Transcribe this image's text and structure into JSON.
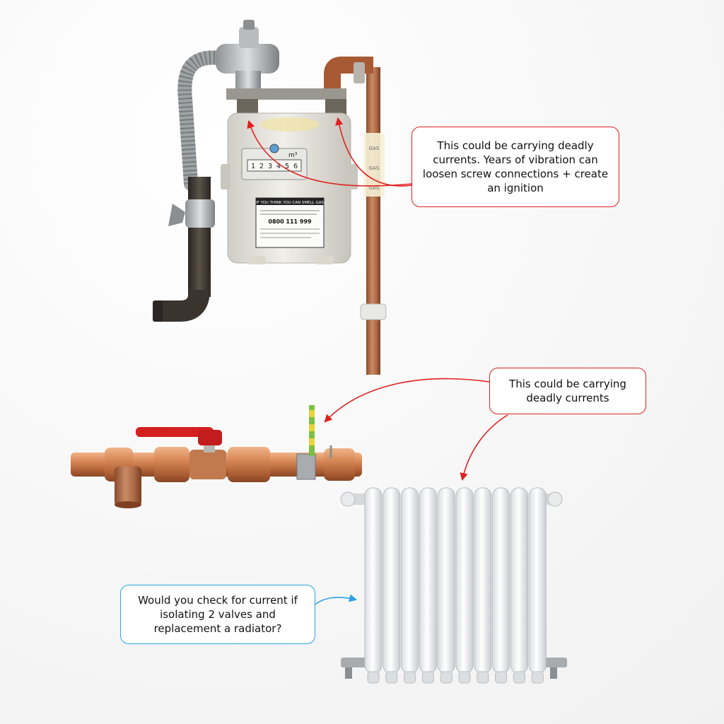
{
  "callouts": {
    "meter_note": "This could be carrying deadly currents. Years of vibration can loosen screw connections + create an ignition",
    "pipe_note": "This could be carrying deadly currents",
    "radiator_question": "Would you check for current if isolating 2 valves and replacement a radiator?"
  },
  "meter": {
    "unit": "m³",
    "reading": "1 2 3 4 5 6",
    "warning_heading": "IF YOU THINK YOU CAN SMELL GAS",
    "phone": "0800 111 999",
    "label_text": "GAS"
  },
  "colors": {
    "arrow_red": "#e0201f",
    "arrow_blue": "#29a3e6",
    "copper": "#c8794a",
    "valve_handle": "#d42020"
  }
}
